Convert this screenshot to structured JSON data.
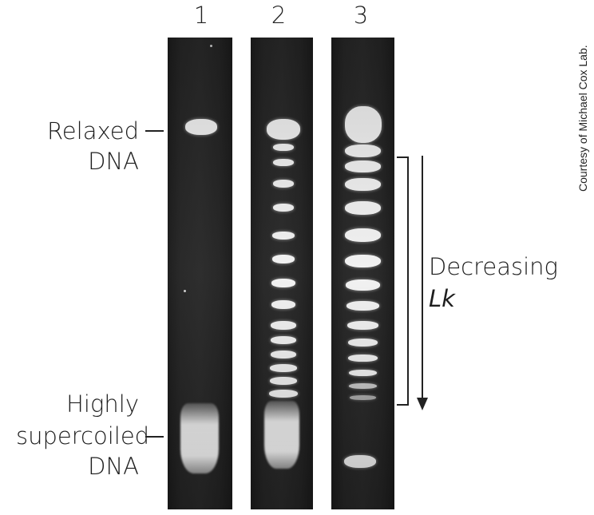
{
  "lanes": [
    {
      "number": "1"
    },
    {
      "number": "2"
    },
    {
      "number": "3"
    }
  ],
  "labels": {
    "relaxed_line1": "Relaxed",
    "relaxed_line2": "DNA",
    "supercoiled_line1": "Highly",
    "supercoiled_line2": "supercoiled",
    "supercoiled_line3": "DNA",
    "decreasing": "Decreasing",
    "lk": "Lk"
  },
  "credit": "Courtesy of Michael Cox Lab."
}
